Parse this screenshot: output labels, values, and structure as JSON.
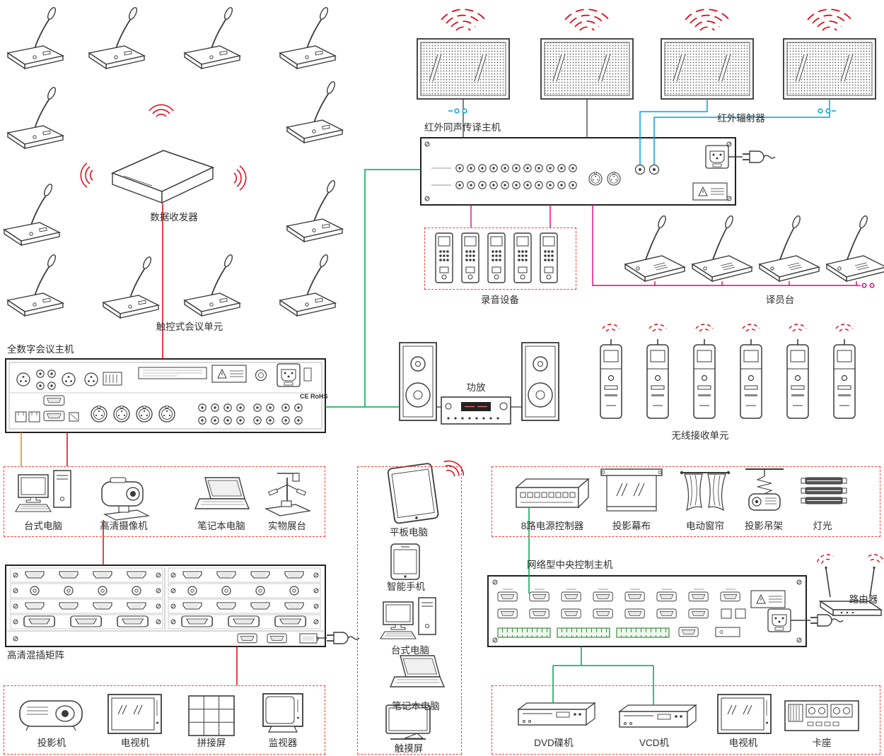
{
  "colors": {
    "line_green": "#00a651",
    "line_red": "#e60012",
    "line_orange": "#f08300",
    "line_pink": "#e4007f",
    "line_blue": "#00a0e9",
    "wireless_arc": "#e60012",
    "dashed_box": "#ff3b30",
    "device_stroke": "#3b3b3b"
  },
  "conference": {
    "transceiver": "数据收发器",
    "unit": "触控式会议单元",
    "host": "全数字会议主机",
    "cert": "CE RoHS"
  },
  "interpretation": {
    "host": "红外同声传译主机",
    "radiator": "红外辐射器",
    "recorder": "录音设备",
    "console": "译员台",
    "amplifier": "功放",
    "receiver": "无线接收单元"
  },
  "sources": {
    "items": [
      {
        "label": "台式电脑"
      },
      {
        "label": "高清摄像机"
      },
      {
        "label": "笔记本电脑"
      },
      {
        "label": "实物展台"
      }
    ]
  },
  "matrix": {
    "label": "高清混插矩阵"
  },
  "terminals": {
    "items": [
      {
        "label": "平板电脑"
      },
      {
        "label": "智能手机"
      },
      {
        "label": "台式电脑"
      },
      {
        "label": "笔记本电脑"
      },
      {
        "label": "触摸屏"
      }
    ]
  },
  "controlled": {
    "items": [
      {
        "label": "8路电源控制器"
      },
      {
        "label": "投影幕布"
      },
      {
        "label": "电动窗帘"
      },
      {
        "label": "投影吊架"
      },
      {
        "label": "灯光"
      }
    ]
  },
  "central": {
    "host": "网络型中央控制主机",
    "router": "路由器"
  },
  "displays": {
    "items": [
      {
        "label": "投影机"
      },
      {
        "label": "电视机"
      },
      {
        "label": "拼接屏"
      },
      {
        "label": "监视器"
      }
    ]
  },
  "av_sources": {
    "items": [
      {
        "label": "DVD碟机"
      },
      {
        "label": "VCD机"
      },
      {
        "label": "电视机"
      },
      {
        "label": "卡座"
      }
    ]
  }
}
